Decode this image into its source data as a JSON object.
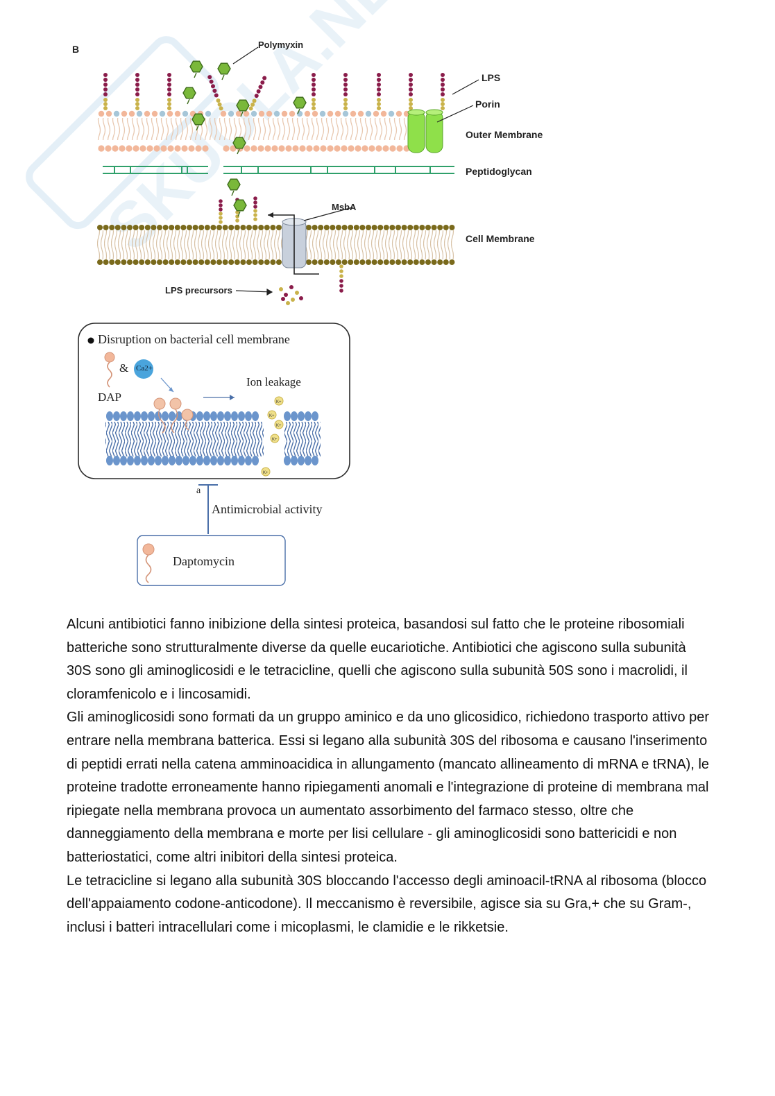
{
  "figure": {
    "panel_letter": "B",
    "labels": {
      "polymyxin": "Polymyxin",
      "lps": "LPS",
      "porin": "Porin",
      "outer_membrane": "Outer Membrane",
      "peptidoglycan": "Peptidoglycan",
      "msba": "MsbA",
      "cell_membrane": "Cell Membrane",
      "lps_precursors": "LPS precursors"
    },
    "daptomycin_panel": {
      "title": "Disruption on bacterial cell membrane",
      "ampersand": "&",
      "calcium": "Ca2+",
      "dap": "DAP",
      "ion_leakage": "Ion leakage",
      "potassium": "K+",
      "arrow_letter": "a",
      "antimicrobial": "Antimicrobial activity",
      "drug": "Daptomycin"
    },
    "watermark": "SKUOLA.NET"
  },
  "text": {
    "paragraphs": [
      "Alcuni antibiotici fanno inibizione della sintesi proteica, basandosi sul fatto che le proteine ribosomiali batteriche sono strutturalmente diverse da quelle eucariotiche. Antibiotici che agiscono sulla subunità 30S sono gli aminoglicosidi e le tetracicline, quelli che agiscono sulla subunità 50S sono i macrolidi, il cloramfenicolo e i lincosamidi.",
      "Gli aminoglicosidi sono formati da un gruppo aminico e da uno glicosidico, richiedono trasporto attivo per entrare nella membrana batterica. Essi si legano alla subunità 30S del ribosoma e causano l'inserimento di peptidi errati nella catena amminoacidica in allungamento (mancato allineamento di mRNA e tRNA), le proteine tradotte erroneamente hanno ripiegamenti anomali e l'integrazione di proteine di membrana mal ripiegate nella membrana provoca un aumentato assorbimento del farmaco stesso, oltre che danneggiamento della membrana e morte per lisi cellulare - gli aminoglicosidi sono battericidi e non batteriostatici, come altri inibitori della sintesi proteica.",
      "Le tetracicline si legano alla subunità 30S bloccando l'accesso degli aminoacil-tRNA al ribosoma (blocco dell'appaiamento codone-anticodone). Il meccanismo è reversibile, agisce sia su Gra,+ che su Gram-, inclusi i batteri intracellulari come i micoplasmi, le clamidie e le rikketsie."
    ]
  },
  "colors": {
    "lps_chain": "#8a1c4a",
    "lps_core": "#c9b24a",
    "head_peach": "#f2b79a",
    "head_olive": "#7a6a1c",
    "porin": "#8fe04a",
    "polymyxin": "#7ab83a",
    "peptidoglycan": "#2fa06a",
    "msba": "#c8d0dc",
    "dap_membrane": "#6b95cc",
    "calcium": "#4aa4dc",
    "watermark": "#cfe3f2"
  }
}
